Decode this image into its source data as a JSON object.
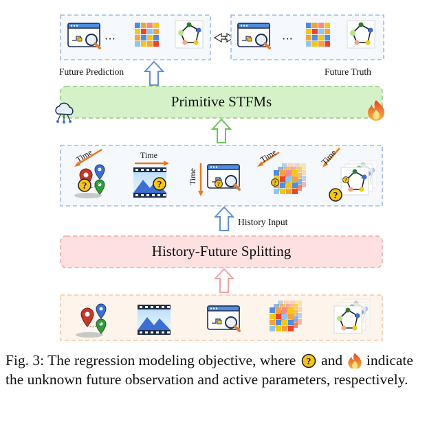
{
  "figure": {
    "labels": {
      "future_prediction": "Future Prediction",
      "future_truth": "Future Truth",
      "stfm_band": "Primitive STFMs",
      "history_input": "History Input",
      "splitting_band": "History-Future Splitting",
      "time": "Time",
      "ellipsis": "···",
      "question_mark": "?"
    },
    "icons": {
      "cloud": "cloud-network-icon",
      "fire": "fire-icon",
      "arrow": "hollow-arrow-up-icon",
      "compare": "compare-arrows-icon"
    },
    "colors": {
      "stfm_band_fill": "#d4f1c8",
      "stfm_band_border": "#8fd07a",
      "splitting_band_fill": "#fde0e0",
      "splitting_band_border": "#f2a8a8",
      "dashed_box_blue": "#9db9e6",
      "dashed_box_orange": "#f3c9a4",
      "arrow_blue": "#5d8fd6",
      "arrow_green": "#6cc35a",
      "arrow_pink": "#f2a0a0",
      "time_arrow": "#e8791b",
      "question_fill": "#f5c518"
    }
  },
  "caption": {
    "prefix": "Fig. 3: The regression modeling objective, where",
    "and": "and",
    "suffix": "indicate the unknown future observation and active parameters, respectively."
  }
}
